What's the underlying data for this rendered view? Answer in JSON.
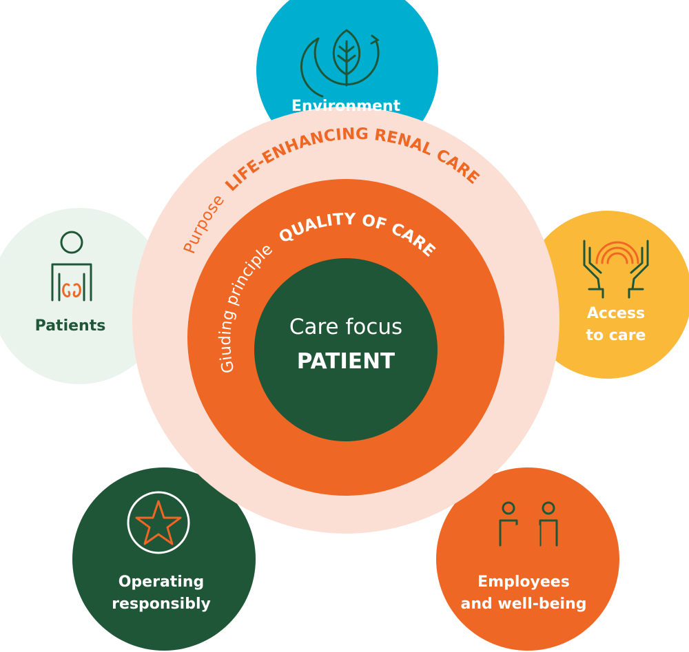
{
  "colors": {
    "environment": "#00afd0",
    "access": "#fbb93a",
    "employees": "#ef6724",
    "operating": "#1f5638",
    "patients": "#eaf4ec",
    "ring_outer": "#fbdfd4",
    "ring_middle": "#ef6724",
    "core": "#1f5638",
    "text_light": "#ffffff",
    "text_dark": "#1f5638",
    "accent_orange": "#ef6724"
  },
  "rings": {
    "purpose": {
      "prefix": "Purpose",
      "emphasis": "LIFE-ENHANCING RENAL CARE"
    },
    "guiding": {
      "prefix": "Giuding principle",
      "emphasis": "QUALITY OF CARE"
    },
    "core": {
      "line1": "Care focus",
      "line2": "PATIENT"
    }
  },
  "satellites": {
    "environment": {
      "label": "Environment",
      "icon": "leaf-cycle-icon"
    },
    "access": {
      "line1": "Access",
      "line2": "to care",
      "icon": "hands-rainbow-icon"
    },
    "employees": {
      "line1": "Employees",
      "line2": "and well-being",
      "icon": "people-group-icon"
    },
    "operating": {
      "line1": "Operating",
      "line2": "responsibly",
      "icon": "star-badge-icon"
    },
    "patients": {
      "label": "Patients",
      "icon": "patient-kidney-icon"
    }
  }
}
